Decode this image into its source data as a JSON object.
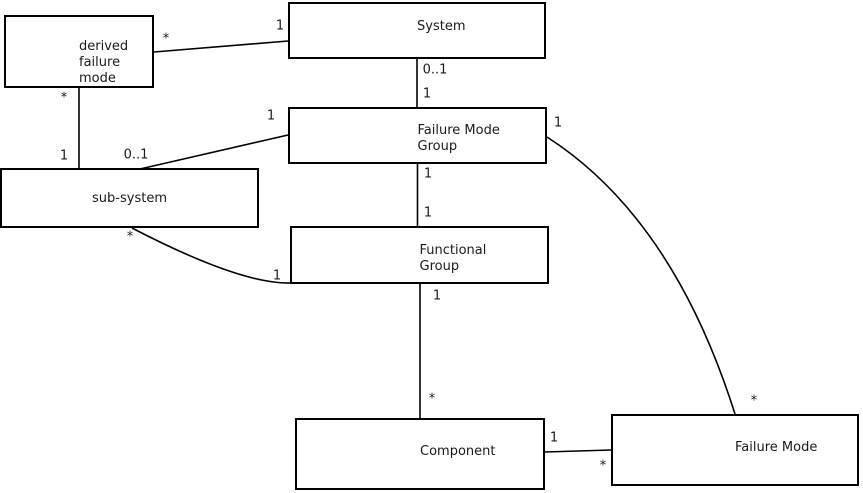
{
  "diagram": {
    "kind": "uml-class-diagram",
    "background_color": "#ffffff",
    "line_color": "#000000",
    "text_color": "#1a1a1a",
    "entities": {
      "derived_failure_mode": {
        "lines": [
          "derived",
          "failure",
          "mode"
        ]
      },
      "system": {
        "lines": [
          "System"
        ]
      },
      "failure_mode_group": {
        "lines": [
          "Failure Mode",
          "Group"
        ]
      },
      "sub_system": {
        "lines": [
          "sub-system"
        ]
      },
      "functional_group": {
        "lines": [
          "Functional",
          "Group"
        ]
      },
      "component": {
        "lines": [
          "Component"
        ]
      },
      "failure_mode": {
        "lines": [
          "Failure Mode"
        ]
      }
    },
    "relationships": [
      {
        "source": "System",
        "target": "derived failure mode",
        "source_mult": "1",
        "target_mult": "*"
      },
      {
        "source": "derived failure mode",
        "target": "sub-system",
        "source_mult": "*",
        "target_mult": "1"
      },
      {
        "source": "System",
        "target": "Failure Mode Group",
        "source_mult": "0..1",
        "target_mult": "1"
      },
      {
        "source": "sub-system",
        "target": "Failure Mode Group",
        "source_mult": "0..1",
        "target_mult": "1"
      },
      {
        "source": "Failure Mode Group",
        "target": "Functional Group",
        "source_mult": "1",
        "target_mult": "1"
      },
      {
        "source": "sub-system",
        "target": "Functional Group",
        "source_mult": "*",
        "target_mult": "1"
      },
      {
        "source": "Functional Group",
        "target": "Component",
        "source_mult": "1",
        "target_mult": "*"
      },
      {
        "source": "Component",
        "target": "Failure Mode",
        "source_mult": "1",
        "target_mult": "*"
      },
      {
        "source": "Failure Mode Group",
        "target": "Failure Mode",
        "source_mult": "1",
        "target_mult": "*"
      }
    ]
  }
}
